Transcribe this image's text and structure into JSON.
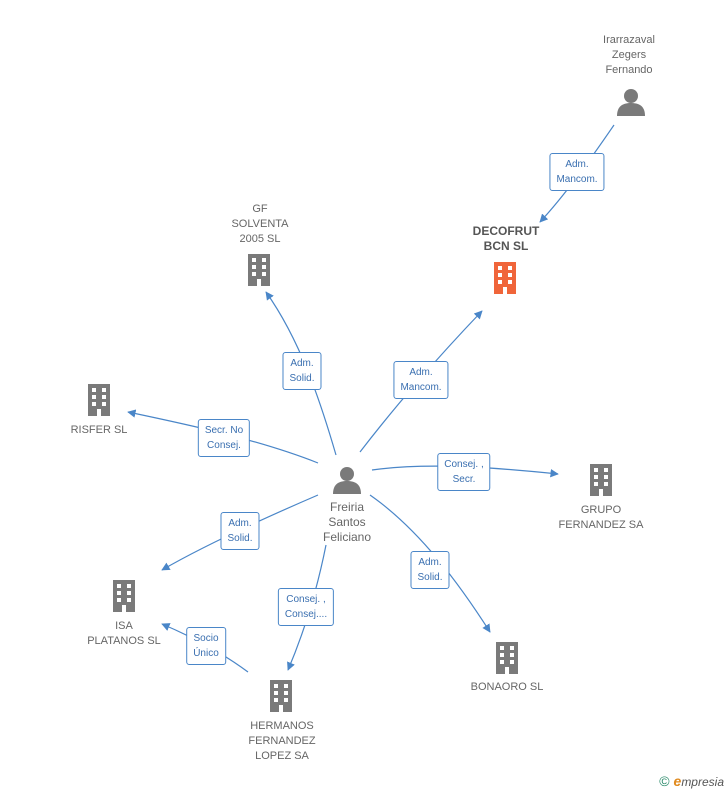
{
  "colors": {
    "edge": "#4a86c8",
    "node_company": "#7a7a7a",
    "node_main": "#f0653a",
    "node_person": "#7a7a7a"
  },
  "nodes": {
    "irarrazaval": {
      "label": "Irarrazaval\nZegers\nFernando",
      "icon": "person-icon"
    },
    "decofrut": {
      "label": "DECOFRUT\nBCN  SL",
      "icon": "building-icon"
    },
    "gf_solventa": {
      "label": "GF\nSOLVENTA\n2005 SL",
      "icon": "building-icon"
    },
    "risfer": {
      "label": "RISFER SL",
      "icon": "building-icon"
    },
    "freiria": {
      "label": "Freiria\nSantos\nFeliciano",
      "icon": "person-icon"
    },
    "grupo_fernandez": {
      "label": "GRUPO\nFERNANDEZ SA",
      "icon": "building-icon"
    },
    "isa_platanos": {
      "label": "ISA\nPLATANOS SL",
      "icon": "building-icon"
    },
    "bonaoro": {
      "label": "BONAORO SL",
      "icon": "building-icon"
    },
    "hermanos_fernandez": {
      "label": "HERMANOS\nFERNANDEZ\nLOPEZ SA",
      "icon": "building-icon"
    }
  },
  "edges": {
    "irarrazaval_decofrut": "Adm.\nMancom.",
    "freiria_decofrut": "Adm.\nMancom.",
    "freiria_gf": "Adm.\nSolid.",
    "freiria_risfer": "Secr.  No\nConsej.",
    "freiria_grupo": "Consej. ,\nSecr.",
    "freiria_isa": "Adm.\nSolid.",
    "freiria_bonaoro": "Adm.\nSolid.",
    "freiria_hermanos": "Consej. ,\nConsej....",
    "hermanos_isa": "Socio\nÚnico"
  },
  "footer": {
    "copyright": "©",
    "brand_e": "e",
    "brand_rest": "mpresia"
  }
}
